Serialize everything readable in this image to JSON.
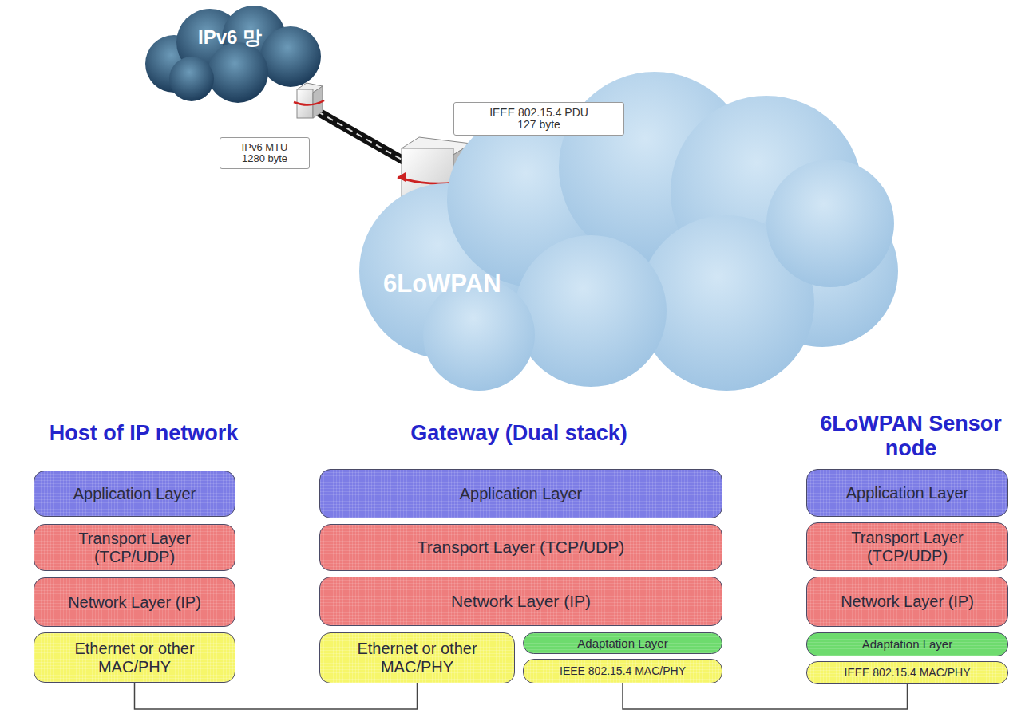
{
  "diagram": {
    "nodes": [
      {
        "text": [
          "IPv6 망"
        ]
      },
      {
        "text": [
          "IPv6 MTU 1280 byte"
        ]
      },
      {
        "text": [
          "IEEE 802.15.4 PDU 127 byte"
        ]
      },
      {
        "text": [
          "6LoWPAN"
        ]
      },
      {
        "text": [
          "Application Layer"
        ]
      },
      {
        "text": [
          "Transport Layer (TCP/UDP)"
        ]
      },
      {
        "text": [
          "Network Layer (IP)"
        ]
      },
      {
        "text": [
          "Ethernet or other MAC/PHY"
        ]
      },
      {
        "text": [
          "Application Layer"
        ]
      },
      {
        "text": [
          "Transport Layer (TCP/UDP)"
        ]
      },
      {
        "text": [
          "Network Layer (IP)"
        ]
      },
      {
        "text": [
          "Ethernet or other MAC/PHY"
        ]
      },
      {
        "text": [
          "Adaptation Layer"
        ]
      },
      {
        "text": [
          "IEEE 802.15.4 MAC/PHY"
        ]
      },
      {
        "text": [
          "Application Layer"
        ]
      },
      {
        "text": [
          "Transport Layer (TCP/UDP)"
        ]
      },
      {
        "text": [
          "Network Layer (IP)"
        ]
      },
      {
        "text": [
          "Adaptation Layer"
        ]
      },
      {
        "text": [
          "IEEE 802.15.4 MAC/PHY"
        ]
      }
    ],
    "edges": [
      {
        "from": 7,
        "to": 11,
        "arrow": "none"
      },
      {
        "from": 13,
        "to": 18,
        "arrow": "none"
      }
    ],
    "labels": [
      "Host of IP network",
      "Gateway (Dual stack)",
      "6LoWPAN Sensor node"
    ]
  }
}
